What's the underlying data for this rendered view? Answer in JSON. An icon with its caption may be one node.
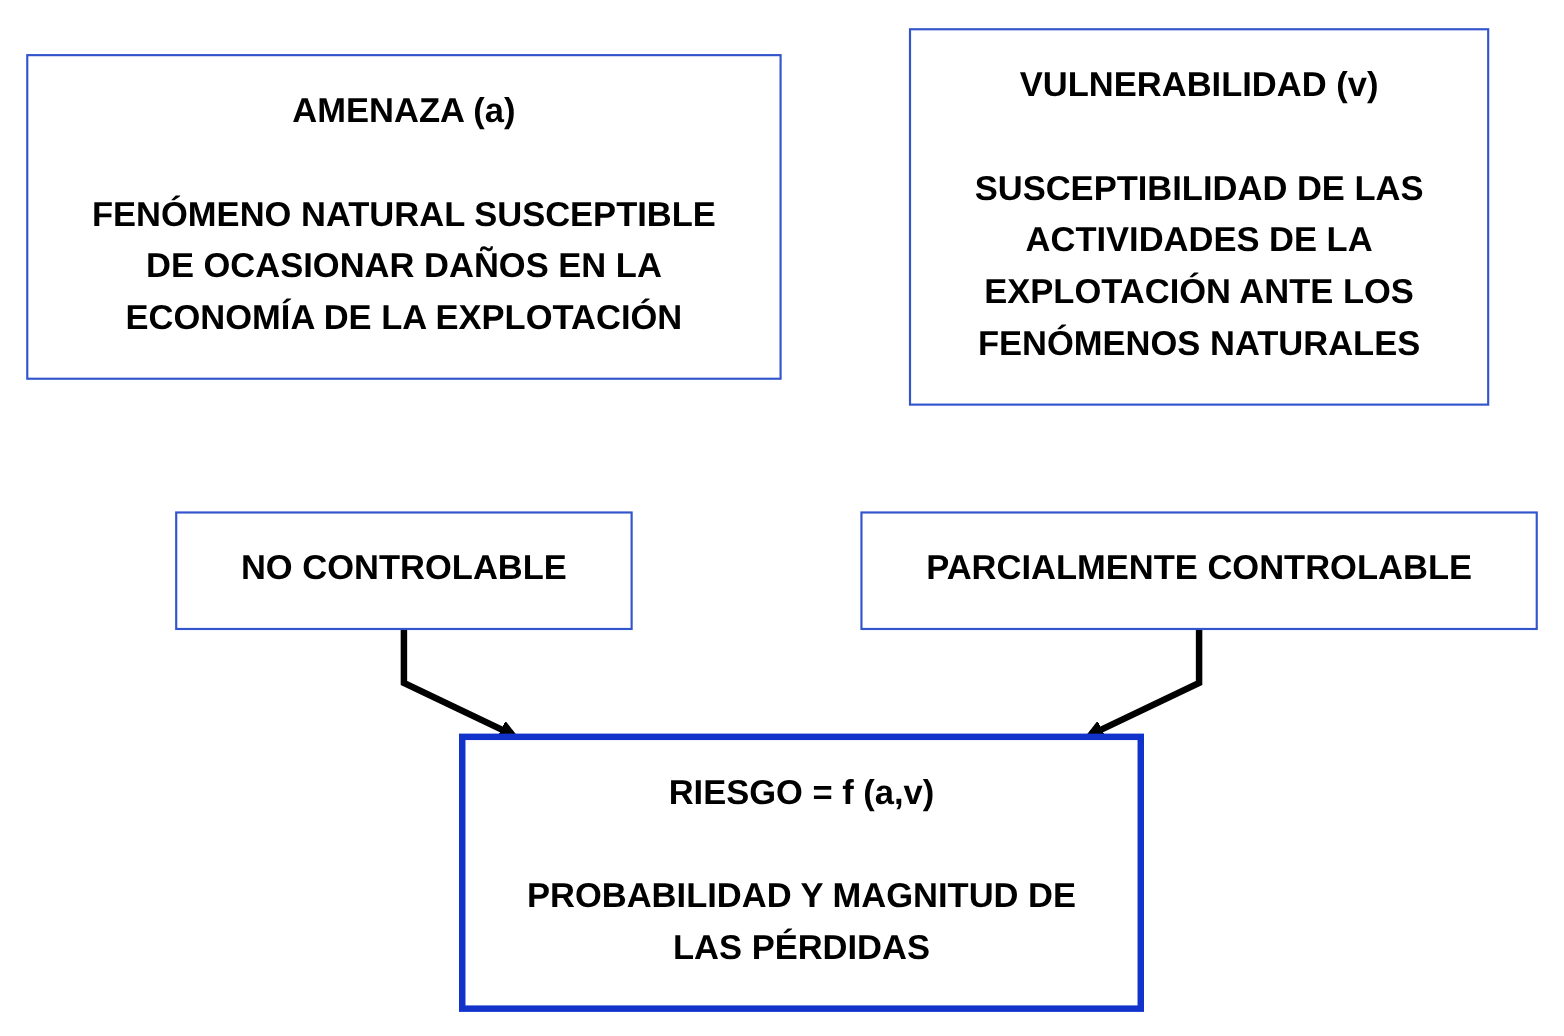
{
  "diagram": {
    "nodes": [
      {
        "text": [
          "AMENAZA (a)",
          "FENÓMENO NATURAL SUSCEPTIBLE DE OCASIONAR DAÑOS EN LA ECONOMÍA DE LA EXPLOTACIÓN"
        ]
      },
      {
        "text": [
          "VULNERABILIDAD (v)",
          "SUSCEPTIBILIDAD DE LAS ACTIVIDADES DE LA EXPLOTACIÓN ANTE LOS FENÓMENOS NATURALES"
        ]
      },
      {
        "text": [
          "NO CONTROLABLE"
        ]
      },
      {
        "text": [
          "PARCIALMENTE CONTROLABLE"
        ]
      },
      {
        "text": [
          "RIESGO = f (a,v)",
          "PROBABILIDAD Y MAGNITUD DE LAS PÉRDIDAS"
        ]
      }
    ],
    "edges": [
      {
        "from": 2,
        "to": 4,
        "arrow": "to"
      },
      {
        "from": 3,
        "to": 4,
        "arrow": "to"
      }
    ]
  }
}
